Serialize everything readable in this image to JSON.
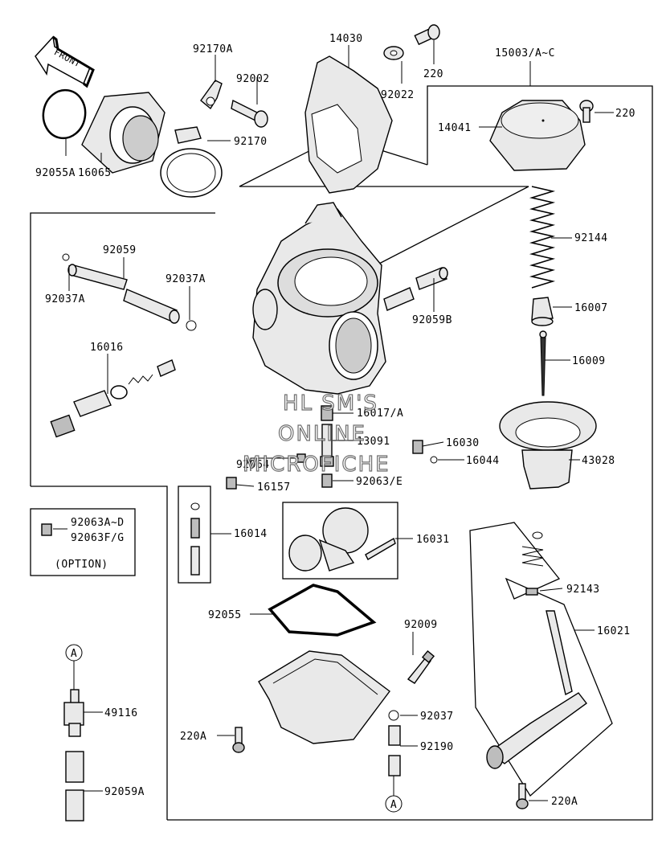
{
  "direction_label": "FRONT",
  "watermark": [
    "HL SM'S",
    "ONLINE",
    "MICROFICHE"
  ],
  "option_label": "(OPTION)",
  "callouts": {
    "a_top": "A",
    "a_bottom": "A"
  },
  "labels": {
    "l92170A": "92170A",
    "l14030": "14030",
    "l92002": "92002",
    "l92022": "92022",
    "l220_top": "220",
    "l15003": "15003/A~C",
    "l14041": "14041",
    "l220_cap": "220",
    "l92055A": "92055A",
    "l16065": "16065",
    "l92170": "92170",
    "l92144": "92144",
    "l92059": "92059",
    "l92037A_r": "92037A",
    "l92037A_l": "92037A",
    "l92059B": "92059B",
    "l16007": "16007",
    "l16016": "16016",
    "l16009": "16009",
    "l16017": "16017/A",
    "l13091": "13091",
    "l16030": "16030",
    "l92064": "92064",
    "l16044": "16044",
    "l43028": "43028",
    "l16157": "16157",
    "l92063E": "92063/E",
    "l92063AD": "92063A~D",
    "l92063FG": "92063F/G",
    "l16014": "16014",
    "l16031": "16031",
    "l92143": "92143",
    "l16021": "16021",
    "l92055": "92055",
    "l92009": "92009",
    "l49116": "49116",
    "l92037": "92037",
    "l220A_l": "220A",
    "l92190": "92190",
    "l92059A": "92059A",
    "l220A_r": "220A"
  }
}
